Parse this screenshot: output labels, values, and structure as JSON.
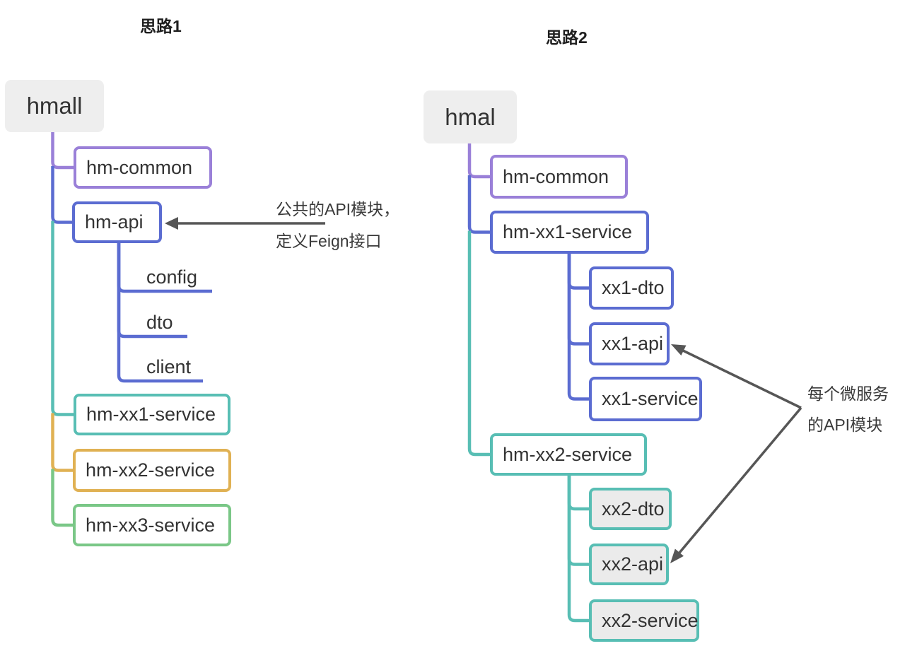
{
  "colors": {
    "purple": "#9a80d8",
    "blue": "#5b6cd1",
    "teal": "#58beb4",
    "yellow": "#e0b153",
    "green": "#7ac787",
    "root_background": "#eeeeee",
    "gray_node_background": "#ebebeb",
    "arrow": "#565656",
    "text": "#333333"
  },
  "diagram1": {
    "title": "思路1",
    "root_label": "hmall",
    "children": [
      {
        "label": "hm-common"
      },
      {
        "label": "hm-api",
        "children": [
          {
            "label": "config"
          },
          {
            "label": "dto"
          },
          {
            "label": "client"
          }
        ]
      },
      {
        "label": "hm-xx1-service"
      },
      {
        "label": "hm-xx2-service"
      },
      {
        "label": "hm-xx3-service"
      }
    ],
    "annotation": [
      "公共的API模块，",
      "定义Feign接口"
    ]
  },
  "diagram2": {
    "title": "思路2",
    "root_label": "hmal",
    "children": [
      {
        "label": "hm-common"
      },
      {
        "label": "hm-xx1-service",
        "children": [
          {
            "label": "xx1-dto"
          },
          {
            "label": "xx1-api"
          },
          {
            "label": "xx1-service"
          }
        ]
      },
      {
        "label": "hm-xx2-service",
        "children": [
          {
            "label": "xx2-dto"
          },
          {
            "label": "xx2-api"
          },
          {
            "label": "xx2-service"
          }
        ]
      }
    ],
    "annotation": [
      "每个微服务",
      "的API模块"
    ]
  }
}
